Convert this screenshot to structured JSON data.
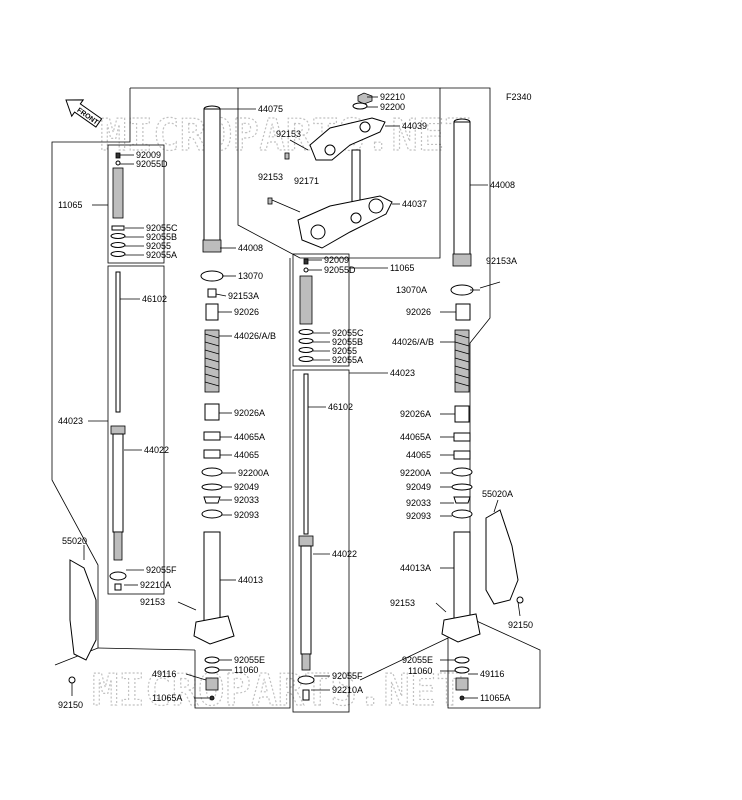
{
  "diagram_code": "F2340",
  "front_label": "FRONT",
  "watermark": "MICROPARTS.NET",
  "labels": {
    "p44075": "44075",
    "p92210": "92210",
    "p92200": "92200",
    "p44039": "44039",
    "p92153_top": "92153",
    "p92171": "92171",
    "p92153_mid": "92153",
    "p44037": "44037",
    "p44008_r": "44008",
    "p92153A_r": "92153A",
    "p13070A": "13070A",
    "p92026_r": "92026",
    "p44026AB_r": "44026/A/B",
    "p92026A_r": "92026A",
    "p44065A_r": "44065A",
    "p44065_r": "44065",
    "p92200A_r": "92200A",
    "p92049_r": "92049",
    "p92033_r": "92033",
    "p92093_r": "92093",
    "p55020A": "55020A",
    "p44013A": "44013A",
    "p92153_r2": "92153",
    "p92150_r": "92150",
    "p92055E_r": "92055E",
    "p11060_r": "11060",
    "p49116_r": "49116",
    "p11065A_r": "11065A",
    "p92009_l": "92009",
    "p92055D_l": "92055D",
    "p11065_l": "11065",
    "p92055C_l": "92055C",
    "p92055B_l": "92055B",
    "p92055_l": "92055",
    "p92055A_l": "92055A",
    "p46102_l": "46102",
    "p44023_l": "44023",
    "p44022_l": "44022",
    "p92055F_l": "92055F",
    "p92210A_l": "92210A",
    "p55020": "55020",
    "p92153_l": "92153",
    "p92150_l": "92150",
    "p44008_c": "44008",
    "p13070": "13070",
    "p92153A_c": "92153A",
    "p92026_c": "92026",
    "p44026AB_c": "44026/A/B",
    "p92026A_c": "92026A",
    "p44065A_c": "44065A",
    "p44065_c": "44065",
    "p92200A_c": "92200A",
    "p92049_c": "92049",
    "p92033_c": "92033",
    "p92093_c": "92093",
    "p44013": "44013",
    "p92055E_c": "92055E",
    "p11060_c": "11060",
    "p49116_c": "49116",
    "p11065A_c": "11065A",
    "p92009_m": "92009",
    "p92055D_m": "92055D",
    "p11065_m": "11065",
    "p92055C_m": "92055C",
    "p92055B_m": "92055B",
    "p92055_m": "92055",
    "p92055A_m": "92055A",
    "p44023_m": "44023",
    "p46102_m": "46102",
    "p44022_m": "44022",
    "p92055F_m": "92055F",
    "p92210A_m": "92210A"
  }
}
